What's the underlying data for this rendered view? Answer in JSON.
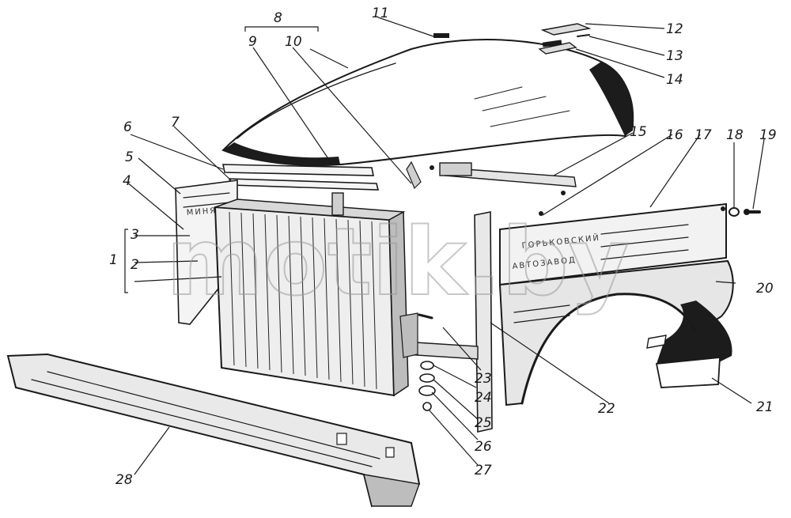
{
  "figure": {
    "watermark": "motik.by",
    "part_numbers": [
      "1",
      "2",
      "3",
      "4",
      "5",
      "6",
      "7",
      "8",
      "9",
      "10",
      "11",
      "12",
      "13",
      "14",
      "15",
      "16",
      "17",
      "18",
      "19",
      "20",
      "21",
      "22",
      "23",
      "24",
      "25",
      "26",
      "27",
      "28"
    ],
    "plate_text": {
      "line1": "ГОРЬКОВСКИЙ",
      "line2": "АВТОЗАВОД"
    }
  }
}
